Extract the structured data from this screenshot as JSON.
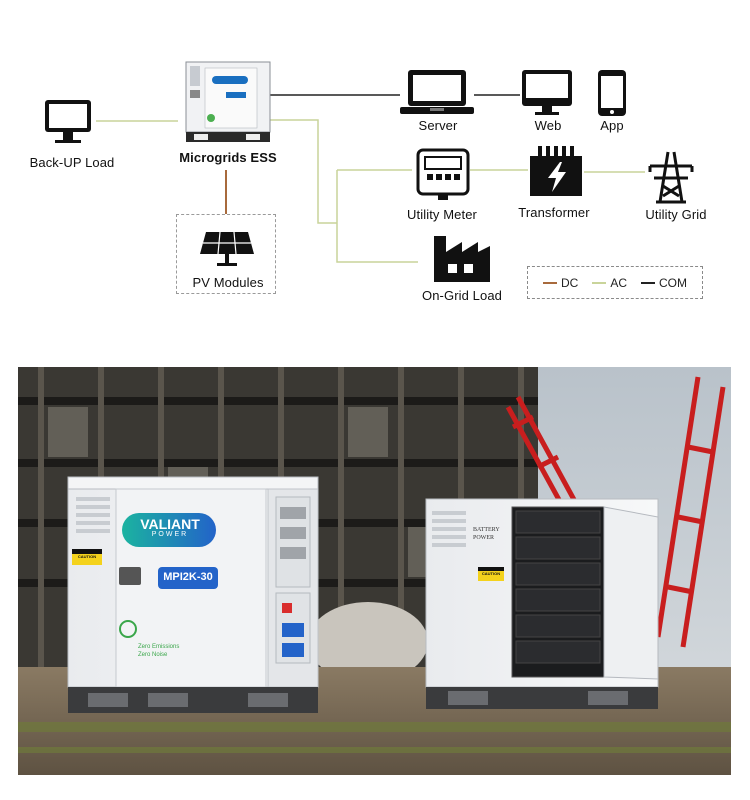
{
  "diagram": {
    "nodes": {
      "backup_load": "Back-UP Load",
      "microgrids_ess": "Microgrids ESS",
      "pv_modules": "PV Modules",
      "server": "Server",
      "web": "Web",
      "app": "App",
      "utility_meter": "Utility Meter",
      "transformer": "Transformer",
      "utility_grid": "Utility Grid",
      "on_grid_load": "On-Grid Load"
    },
    "legend": {
      "dc": "DC",
      "ac": "AC",
      "com": "COM"
    },
    "colors": {
      "dc": "#a86a3c",
      "ac": "#c9d49a",
      "com": "#222222"
    }
  },
  "photo": {
    "brand": "VALIANT",
    "brand_sub": "POWER",
    "model": "MPI2K-30",
    "eco_line1": "Zero Emissions",
    "eco_line2": "Zero Noise",
    "caution": "CAUTION",
    "battery_brand_line1": "BATTERY",
    "battery_brand_line2": "POWER"
  }
}
